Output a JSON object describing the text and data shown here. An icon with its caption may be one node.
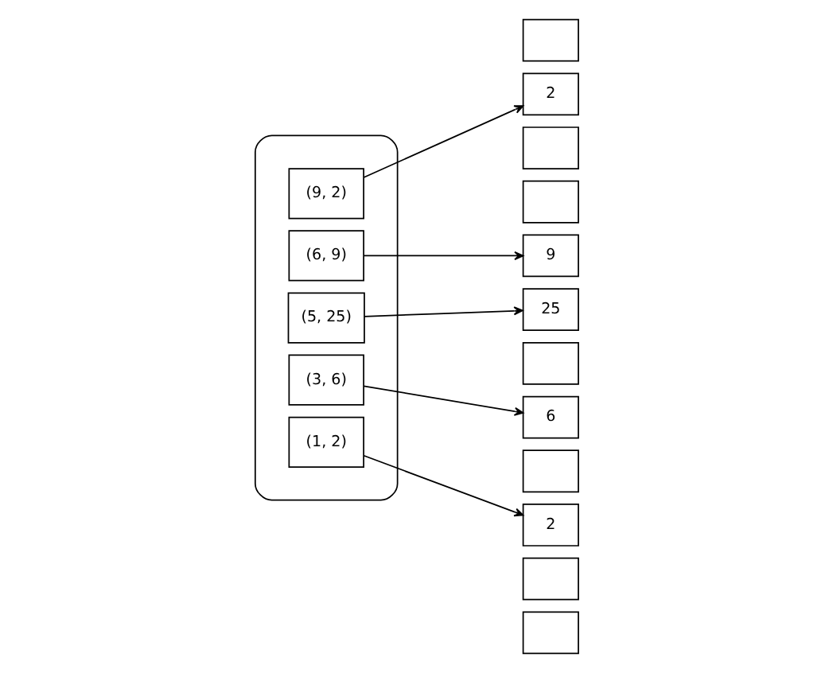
{
  "diagram": {
    "nodes": [
      {
        "text": [],
        "shape": "cloud"
      },
      {
        "text": [
          "(9, 2)"
        ],
        "in": 0
      },
      {
        "text": [
          "(1, 2)"
        ],
        "in": 0
      },
      {
        "text": [
          "(3, 6)"
        ],
        "in": 0
      },
      {
        "text": [
          "(6, 9)"
        ],
        "in": 0
      },
      {
        "text": [
          "(5, 25)"
        ],
        "in": 0
      },
      {
        "text": [],
        "shape": "box"
      },
      {
        "text": [
          "2"
        ]
      },
      {
        "text": [],
        "shape": "box"
      },
      {
        "text": [],
        "shape": "box"
      },
      {
        "text": [
          "9"
        ]
      },
      {
        "text": [
          "25"
        ]
      },
      {
        "text": [],
        "shape": "box"
      },
      {
        "text": [
          "6"
        ]
      },
      {
        "text": [],
        "shape": "box"
      },
      {
        "text": [
          "2"
        ]
      },
      {
        "text": [],
        "shape": "box"
      },
      {
        "text": [],
        "shape": "box"
      }
    ],
    "edges": [
      {
        "from": 1,
        "to": 7,
        "arrow": "to"
      },
      {
        "from": 2,
        "to": 15,
        "arrow": "to"
      },
      {
        "from": 3,
        "to": 13,
        "arrow": "to"
      },
      {
        "from": 4,
        "to": 10,
        "arrow": "to"
      },
      {
        "from": 5,
        "to": 11,
        "arrow": "to"
      }
    ]
  }
}
